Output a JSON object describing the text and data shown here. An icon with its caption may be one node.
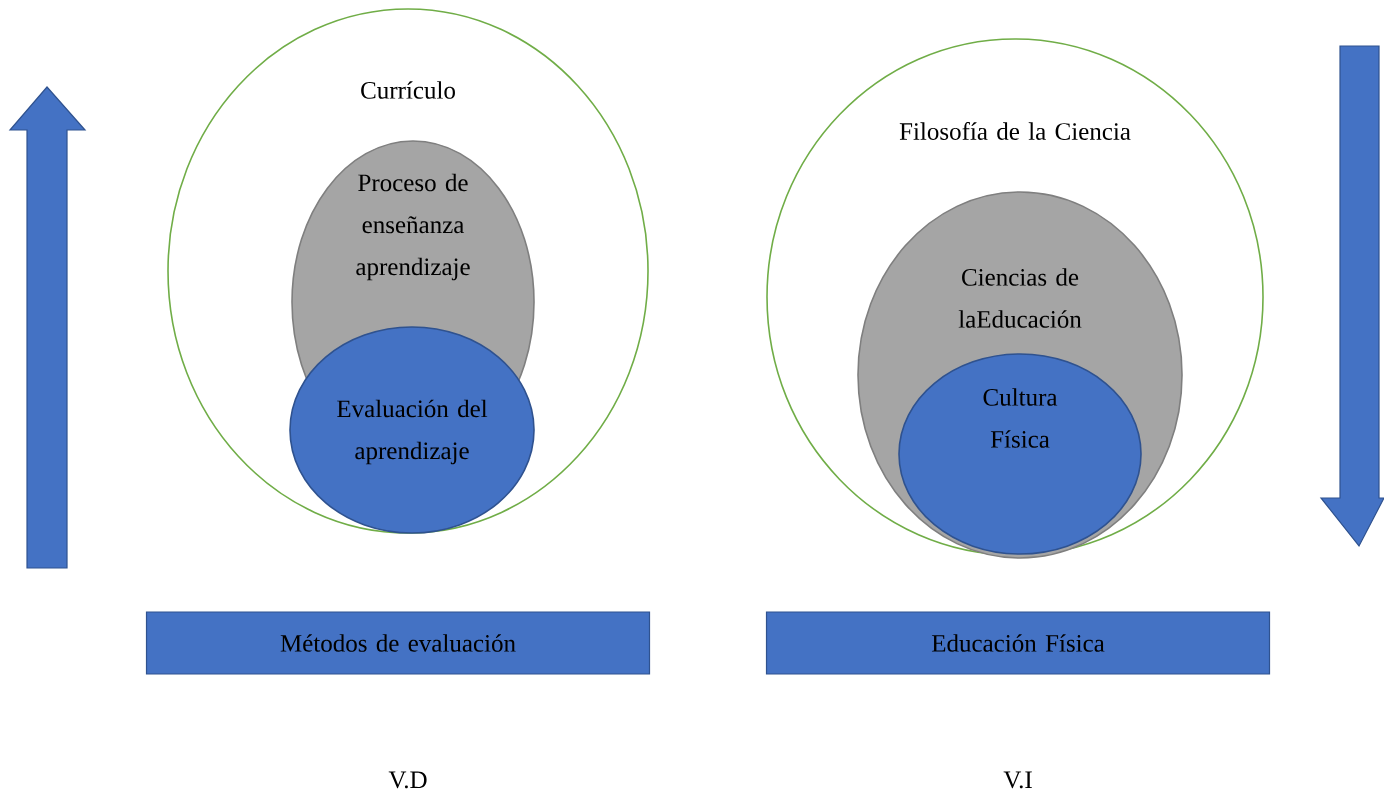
{
  "diagram": {
    "nodes": [
      {
        "text": [
          "Currículo"
        ]
      },
      {
        "text": [
          "Proceso de enseñanza aprendizaje"
        ],
        "in": 0
      },
      {
        "text": [
          "Evaluación del aprendizaje"
        ],
        "in": 0
      },
      {
        "text": [
          "Filosofía de la Ciencia"
        ]
      },
      {
        "text": [
          "Ciencias de laEducación"
        ],
        "in": 3
      },
      {
        "text": [
          "Cultura Física"
        ],
        "in": 4
      },
      {
        "text": [
          "Métodos de evaluación"
        ]
      },
      {
        "text": [
          "Educación Física"
        ]
      }
    ],
    "labels": [
      "V.D",
      "V.I"
    ]
  }
}
